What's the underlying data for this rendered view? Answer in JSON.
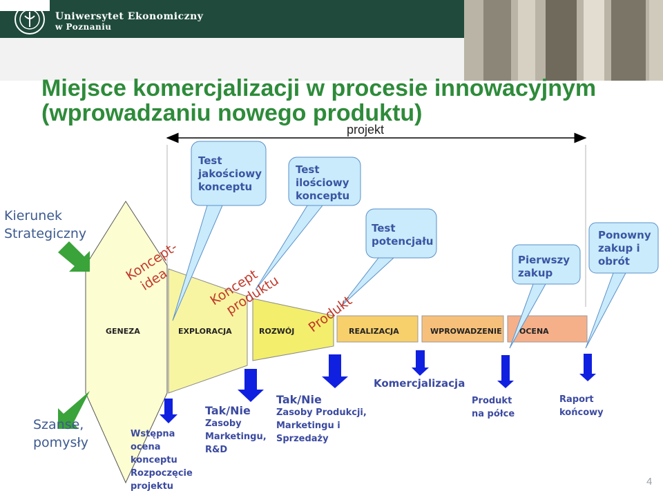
{
  "header": {
    "university_line1": "Uniwersytet Ekonomiczny",
    "university_line2": "w Poznaniu"
  },
  "title": "Miejsce komercjalizacji w procesie innowacyjnym (wprowadzaniu nowego produktu)",
  "projekt_label": "projekt",
  "left_labels": {
    "strategic": "Kierunek Strategiczny",
    "opportunities": "Szanse, pomysły"
  },
  "callouts": {
    "quality_test": "Test jakościowy konceptu",
    "quantity_test": "Test ilościowy konceptu",
    "potential_test": "Test potencjału",
    "first_purchase": "Pierwszy zakup",
    "repeat_purchase": "Ponowny zakup i obrót"
  },
  "funnel_labels": {
    "concept_idea": [
      "Koncept-",
      "idea"
    ],
    "concept_product": [
      "Koncept",
      "produktu"
    ],
    "product": "Produkt"
  },
  "stages": [
    "GENEZA",
    "EXPLORACJA",
    "ROZWÓJ",
    "REALIZACJA",
    "WPROWADZENIE",
    "OCENA"
  ],
  "bottom": {
    "initial": "Wstępna ocena konceptu Rozpoczęcie projektu",
    "gate1_head": "Tak/Nie",
    "gate1_body": "Zasoby Marketingu, R&D",
    "gate2_head": "Tak/Nie",
    "gate2_body": "Zasoby Produkcji, Marketingu i Sprzedaży",
    "commercialization": "Komercjalizacja",
    "on_shelf": "Produkt na półce",
    "final_report": "Raport końcowy"
  },
  "page_number": "4",
  "colors": {
    "title_green": "#2e8b3a",
    "callout_fill": "#c9ebfb",
    "callout_text": "#3b55a3",
    "blue_arrow": "#1020e0",
    "green_arrow": "#3aa33a",
    "realizacja_fill": "#f7cf6b",
    "wprowadzenie_fill": "#f7c07a",
    "ocena_fill": "#f5b08a"
  }
}
